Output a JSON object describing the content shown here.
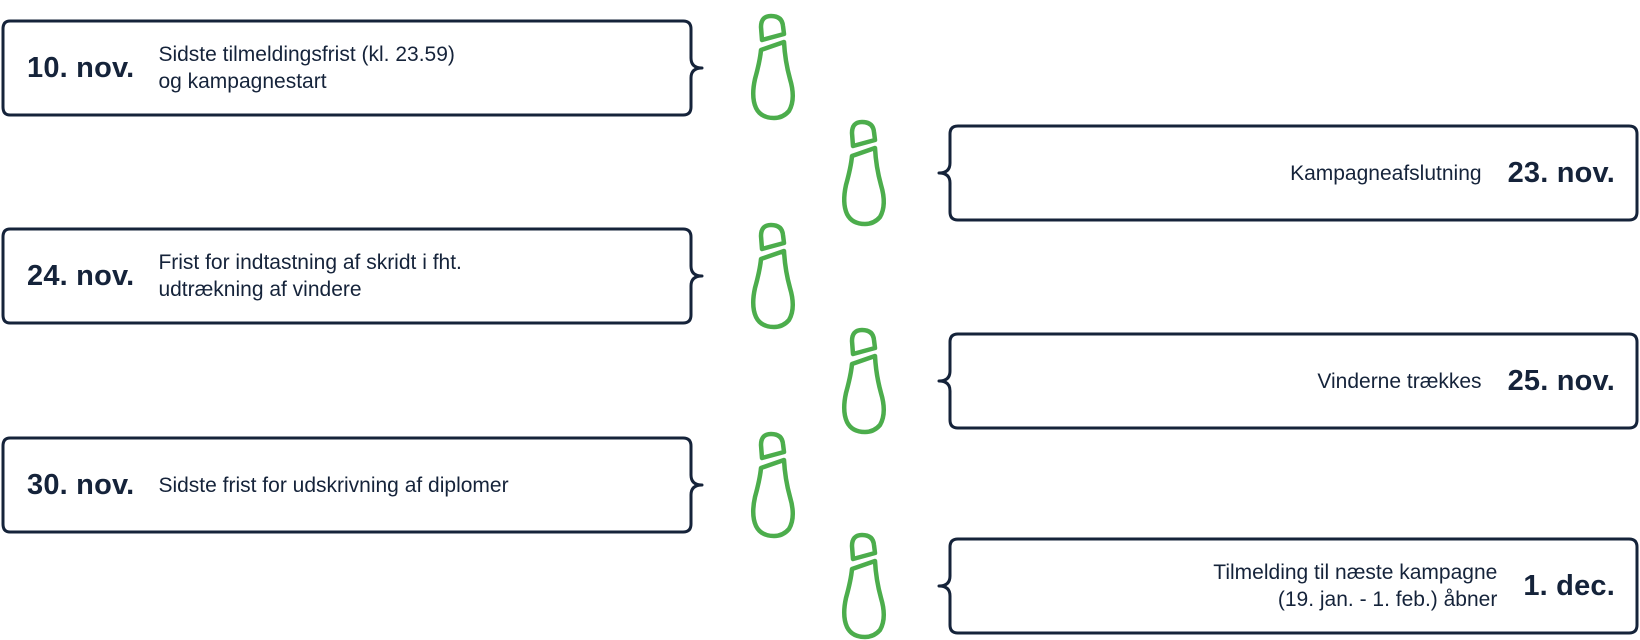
{
  "colors": {
    "outline": "#15233a",
    "footprint": "#4cad4c",
    "background": "#ffffff"
  },
  "icons": {
    "step": "footprint-icon"
  },
  "events": [
    {
      "date": "10. nov.",
      "description": "Sidste tilmeldingsfrist (kl. 23.59)\nog kampagnestart"
    },
    {
      "date": "23. nov.",
      "description": "Kampagneafslutning"
    },
    {
      "date": "24. nov.",
      "description": "Frist for indtastning af skridt i fht.\nudtrækning af vindere"
    },
    {
      "date": "25. nov.",
      "description": "Vinderne trækkes"
    },
    {
      "date": "30. nov.",
      "description": "Sidste frist for udskrivning af diplomer"
    },
    {
      "date": "1. dec.",
      "description": "Tilmelding til næste kampagne\n(19. jan. - 1. feb.) åbner"
    }
  ]
}
